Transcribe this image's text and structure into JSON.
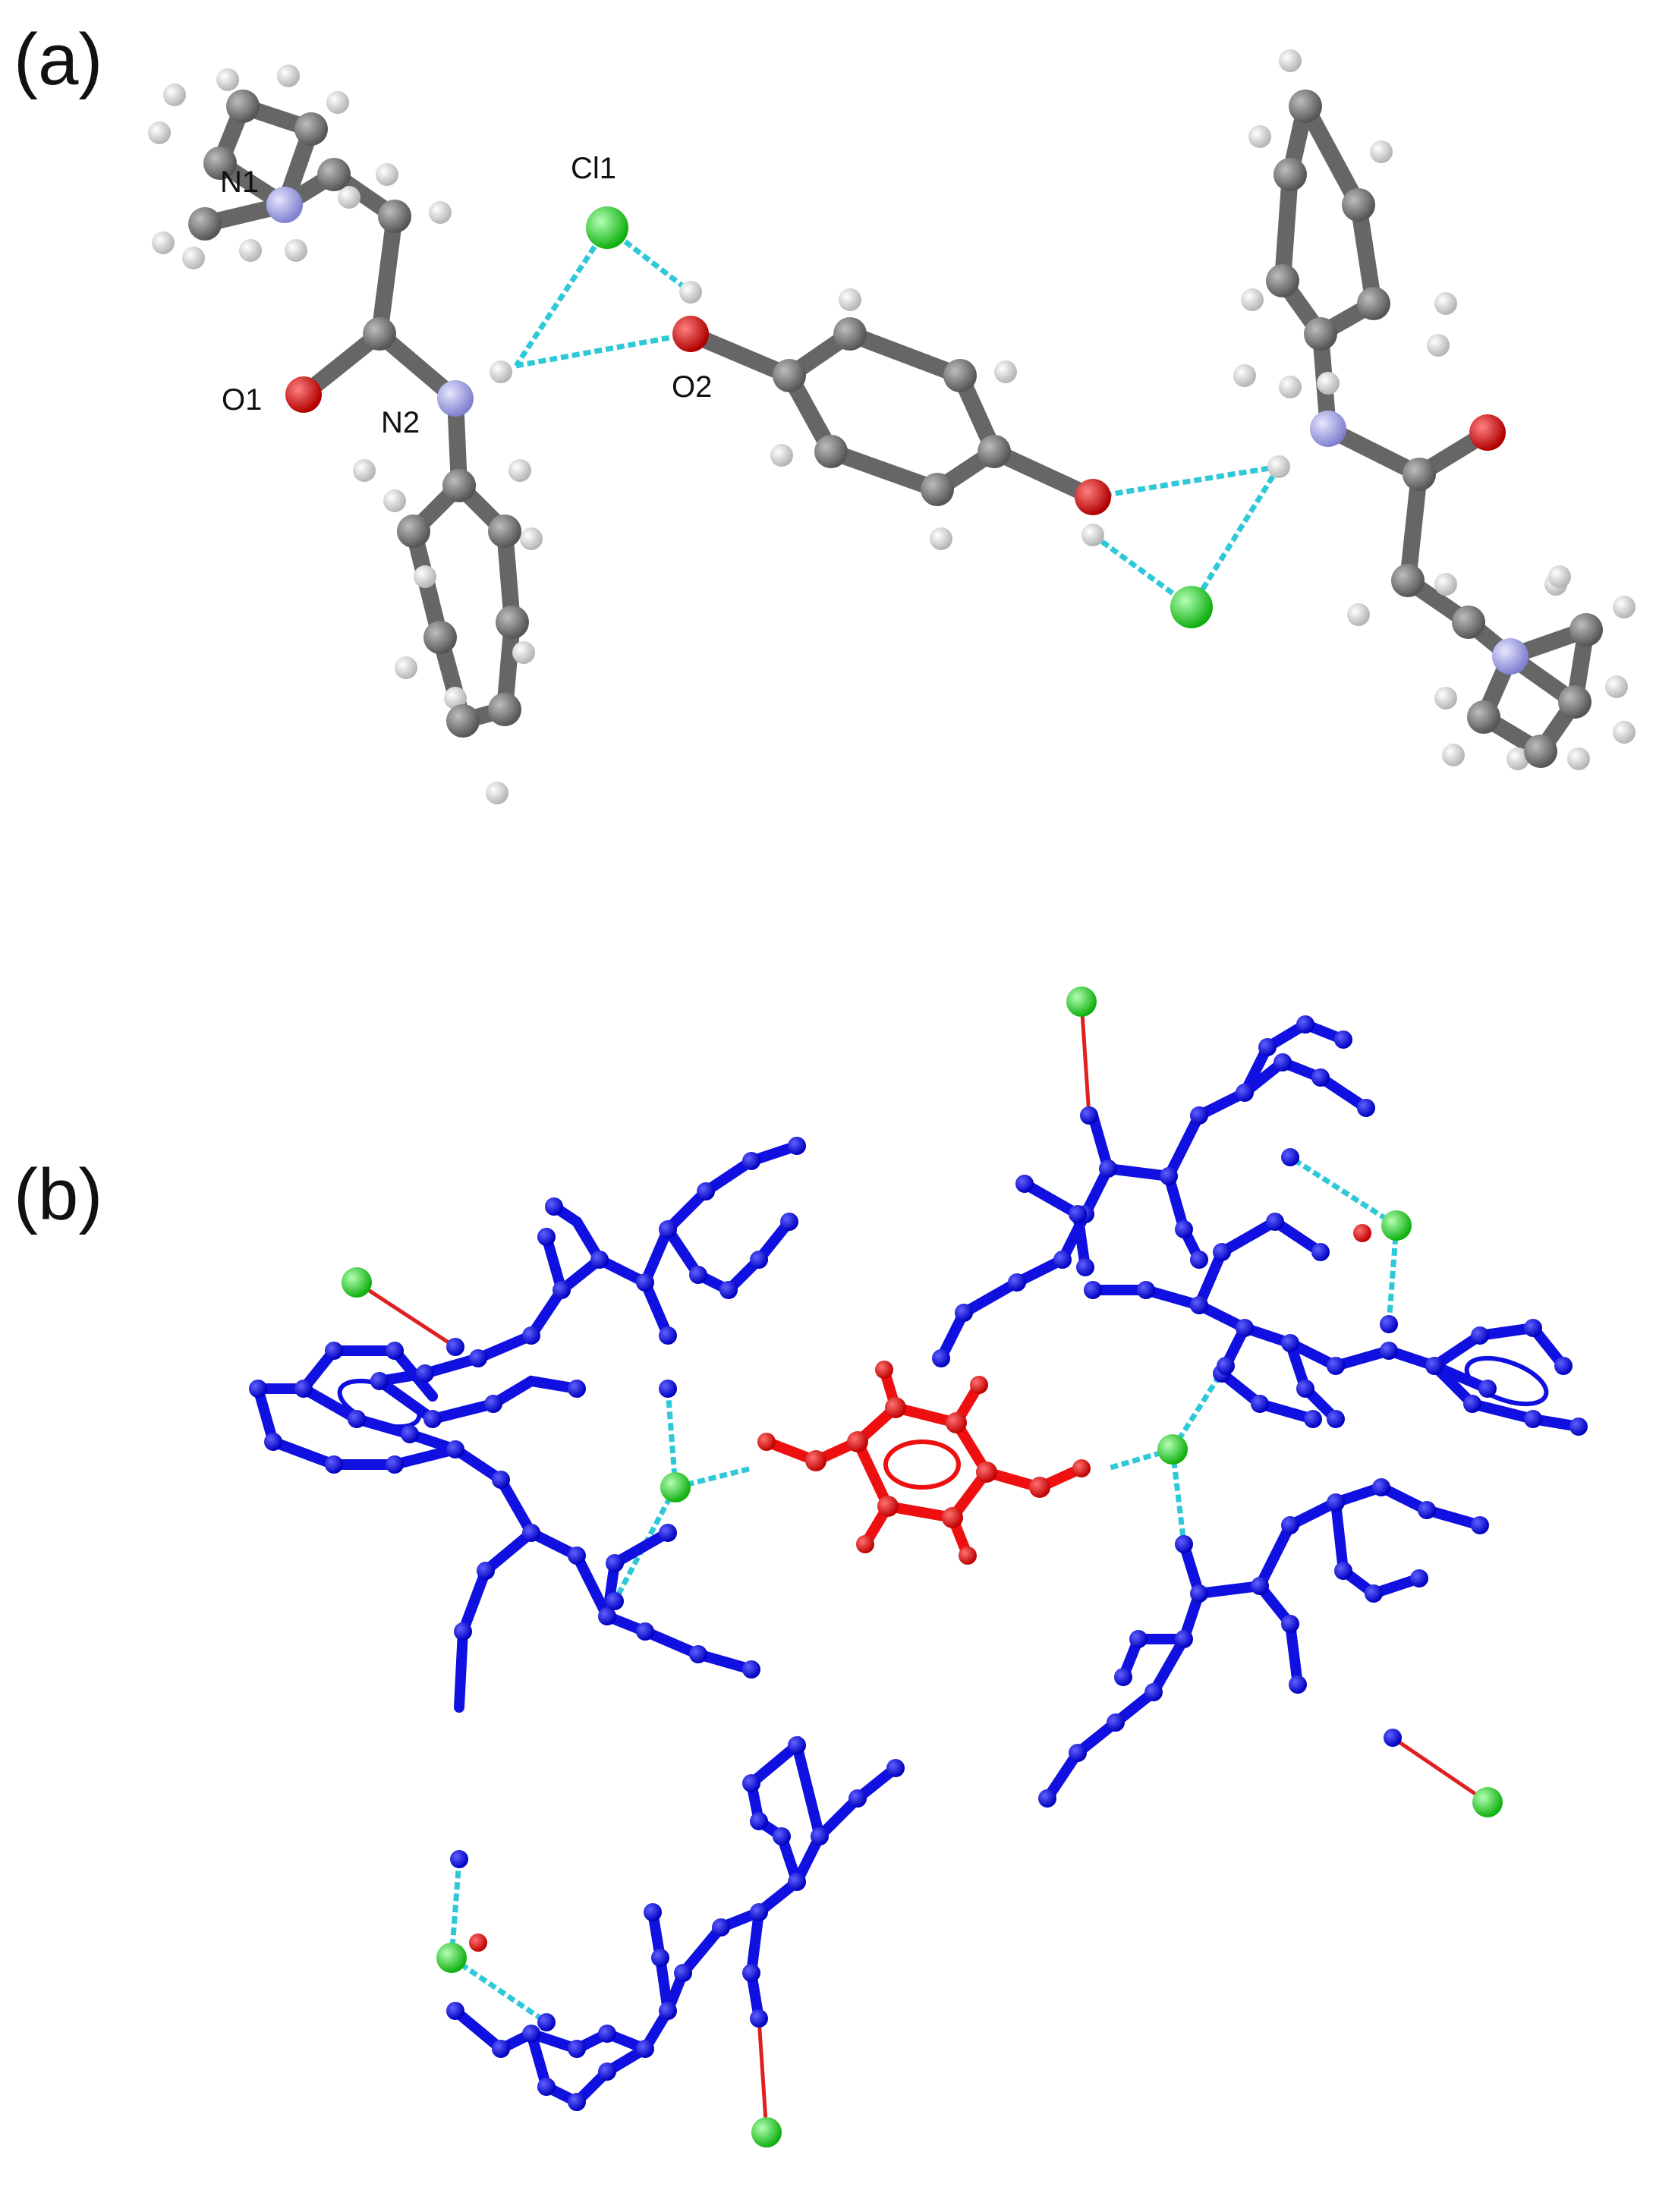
{
  "panels": [
    {
      "id": "a",
      "label": "(a)"
    },
    {
      "id": "b",
      "label": "(b)"
    }
  ],
  "atom_labels": {
    "N1": "N1",
    "Cl1": "Cl1",
    "O1": "O1",
    "N2": "N2",
    "O2": "O2"
  },
  "colors": {
    "carbon": "#6e6e6e",
    "hydrogen": "#dcdcdc",
    "nitrogen": "#a8a8e8",
    "oxygen": "#e00000",
    "chlorine": "#22dd22",
    "hbond": "#2ec8d8",
    "packing_molecule": "#1010e0",
    "packing_phenol": "#ee1010",
    "short_contact": "#e02020"
  }
}
